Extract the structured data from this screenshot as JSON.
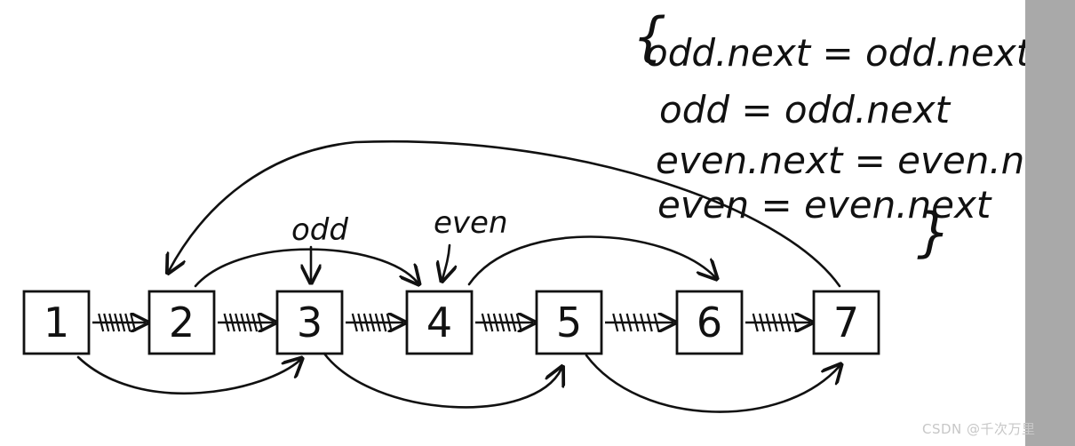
{
  "nodes": [
    {
      "label": "1"
    },
    {
      "label": "2"
    },
    {
      "label": "3"
    },
    {
      "label": "4"
    },
    {
      "label": "5"
    },
    {
      "label": "6"
    },
    {
      "label": "7"
    }
  ],
  "pointers": {
    "odd": "odd",
    "even": "even"
  },
  "code": {
    "open_brace": "{",
    "line1": "odd.next = odd.next.next",
    "line2": "odd = odd.next",
    "line3": "even.next = even.next.next",
    "line4": "even = even.next",
    "close_brace": "}"
  },
  "watermark": "CSDN @千次万里",
  "colors": {
    "ink": "#111111",
    "sidebar": "#a9a9a9",
    "background": "#ffffff"
  }
}
